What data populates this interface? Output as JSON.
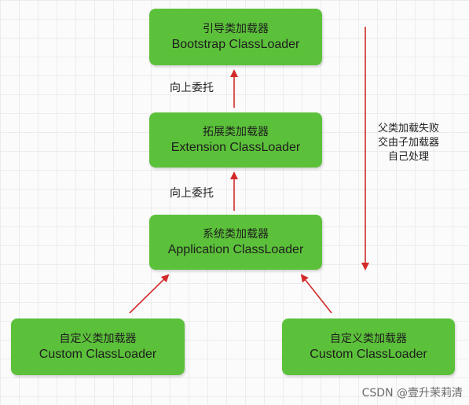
{
  "nodes": {
    "bootstrap": {
      "cn": "引导类加载器",
      "en": "Bootstrap ClassLoader"
    },
    "extension": {
      "cn": "拓展类加载器",
      "en": "Extension ClassLoader"
    },
    "application": {
      "cn": "系统类加载器",
      "en": "Application ClassLoader"
    },
    "custom_left": {
      "cn": "自定义类加载器",
      "en": "Custom ClassLoader"
    },
    "custom_right": {
      "cn": "自定义类加载器",
      "en": "Custom ClassLoader"
    }
  },
  "edges": {
    "delegate_upper": "向上委托",
    "delegate_lower": "向上委托"
  },
  "side_note": [
    "父类加载失败",
    "交由子加载器",
    "自己处理"
  ],
  "colors": {
    "node_fill": "#5cc13a",
    "arrow": "#d32a2a"
  },
  "watermark": "CSDN @壹升茉莉清"
}
